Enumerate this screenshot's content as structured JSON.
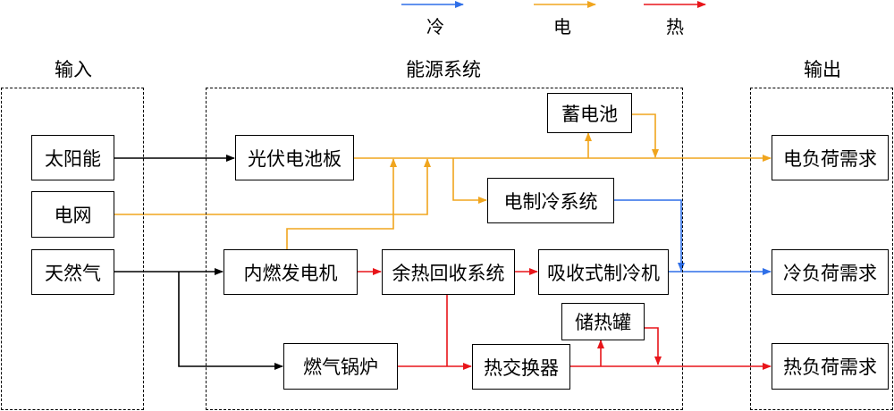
{
  "legend": {
    "cold": "冷",
    "electric": "电",
    "heat": "热"
  },
  "regions": {
    "input": "输入",
    "system": "能源系统",
    "output": "输出"
  },
  "nodes": {
    "solar": "太阳能",
    "grid": "电网",
    "gas": "天然气",
    "pv": "光伏电池板",
    "battery": "蓄电池",
    "electric_chiller": "电制冷系统",
    "gas_engine": "内燃发电机",
    "waste_heat": "余热回收系统",
    "absorption_chiller": "吸收式制冷机",
    "heat_storage": "储热罐",
    "boiler": "燃气锅炉",
    "heat_exchanger": "热交换器",
    "electric_load": "电负荷需求",
    "cooling_load": "冷负荷需求",
    "heat_load": "热负荷需求"
  },
  "colors": {
    "cold": "#2f6fe8",
    "electric": "#f0a51e",
    "heat": "#e8151a",
    "fuel": "#000000"
  }
}
